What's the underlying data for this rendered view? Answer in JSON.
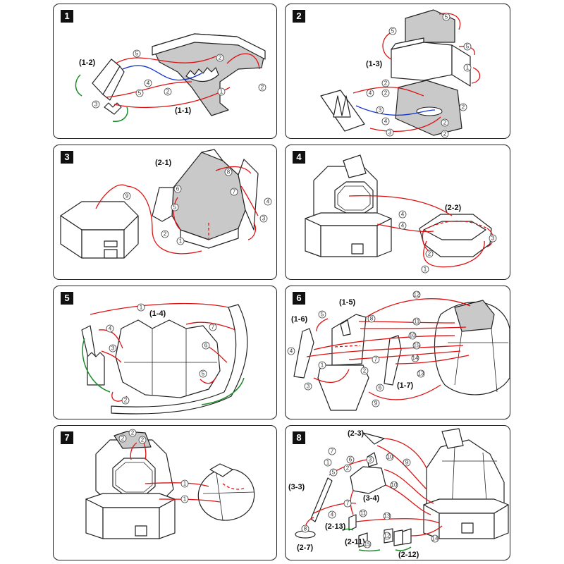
{
  "panels": [
    {
      "step": "1",
      "parts": [
        "(1-2)",
        "(1-1)"
      ],
      "markers": [
        "5",
        "2",
        "4",
        "2",
        "1",
        "3",
        "5",
        "2"
      ]
    },
    {
      "step": "2",
      "parts": [
        "(1-3)"
      ],
      "markers": [
        "5",
        "5",
        "5",
        "1",
        "2",
        "4",
        "2",
        "3",
        "4",
        "3",
        "2",
        "2",
        "2"
      ]
    },
    {
      "step": "3",
      "parts": [
        "(2-1)"
      ],
      "markers": [
        "9",
        "8",
        "6",
        "7",
        "5",
        "4",
        "3",
        "2",
        "1"
      ]
    },
    {
      "step": "4",
      "parts": [
        "(2-2)"
      ],
      "markers": [
        "4",
        "4",
        "3",
        "2",
        "1"
      ]
    },
    {
      "step": "5",
      "parts": [
        "(1-4)"
      ],
      "markers": [
        "1",
        "4",
        "3",
        "7",
        "6",
        "5",
        "2"
      ]
    },
    {
      "step": "6",
      "parts": [
        "(1-5)",
        "(1-6)",
        "(1-7)"
      ],
      "markers": [
        "12",
        "5",
        "8",
        "11",
        "4",
        "10",
        "15",
        "14",
        "7",
        "13",
        "1",
        "2",
        "3",
        "6",
        "9"
      ]
    },
    {
      "step": "7",
      "parts": [],
      "markers": [
        "2",
        "2",
        "2",
        "1",
        "1"
      ]
    },
    {
      "step": "8",
      "parts": [
        "(2-3)",
        "(3-3)",
        "(3-4)",
        "(2-7)",
        "(2-13)",
        "(2-11)",
        "(2-12)"
      ],
      "markers": [
        "7",
        "1",
        "6",
        "3",
        "10",
        "9",
        "2",
        "5",
        "4",
        "10",
        "7",
        "11",
        "13",
        "14",
        "8",
        "15",
        "12"
      ]
    }
  ],
  "colors": {
    "arrow_primary": "#dd1111",
    "arrow_secondary": "#1133cc",
    "arrow_rotate": "#1a8a2a",
    "fill_grey": "#c9c9c9",
    "badge": "#111111"
  }
}
